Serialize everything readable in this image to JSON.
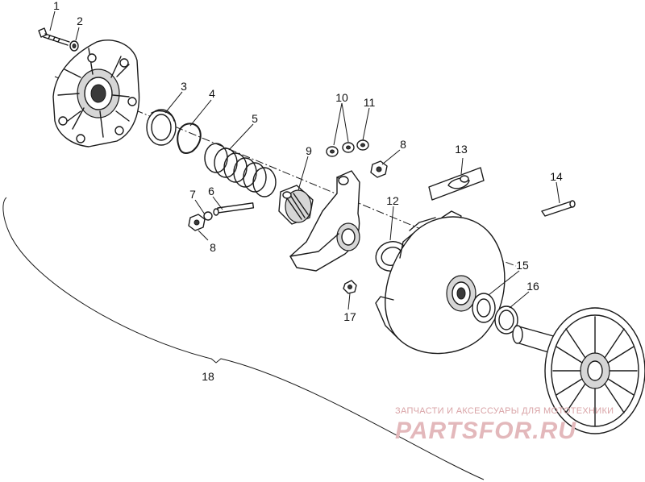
{
  "callouts": [
    {
      "id": "c1",
      "label": "1"
    },
    {
      "id": "c2",
      "label": "2"
    },
    {
      "id": "c3",
      "label": "3"
    },
    {
      "id": "c4",
      "label": "4"
    },
    {
      "id": "c5",
      "label": "5"
    },
    {
      "id": "c6",
      "label": "6"
    },
    {
      "id": "c7",
      "label": "7"
    },
    {
      "id": "c8a",
      "label": "8"
    },
    {
      "id": "c8b",
      "label": "8"
    },
    {
      "id": "c9",
      "label": "9"
    },
    {
      "id": "c10",
      "label": "10"
    },
    {
      "id": "c11",
      "label": "11"
    },
    {
      "id": "c12",
      "label": "12"
    },
    {
      "id": "c13",
      "label": "13"
    },
    {
      "id": "c14",
      "label": "14"
    },
    {
      "id": "c15",
      "label": "15"
    },
    {
      "id": "c16",
      "label": "16"
    },
    {
      "id": "c17",
      "label": "17"
    },
    {
      "id": "c18",
      "label": "18"
    }
  ],
  "watermark": {
    "tagline": "ЗАПЧАСТИ И АКСЕССУАРЫ ДЛЯ МОТОТЕХНИКИ",
    "logo": "PARTSFOR.RU"
  },
  "colors": {
    "ink": "#1a1a1a",
    "watermark": "#e3b8bb"
  }
}
